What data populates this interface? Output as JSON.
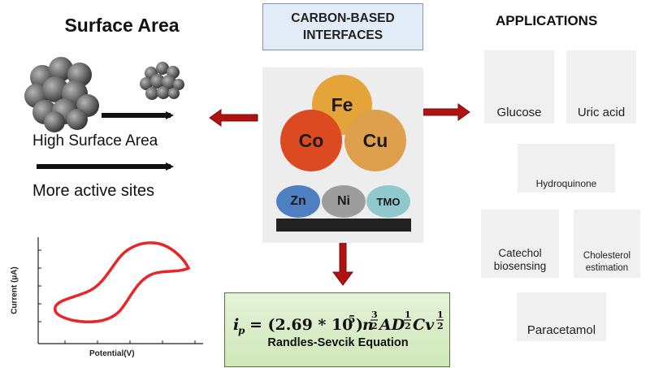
{
  "left": {
    "title": "Surface Area",
    "high_surface_label": "High Surface Area",
    "active_sites_label": "More active sites"
  },
  "center": {
    "title": "CARBON-BASED\nINTERFACES",
    "metals_top": [
      "Fe",
      "Co",
      "Cu"
    ],
    "metals_bottom": [
      "Zn",
      "Ni",
      "TMO"
    ]
  },
  "equation": {
    "caption": "Randles-Sevcik Equation"
  },
  "applications": {
    "title": "APPLICATIONS",
    "items": [
      "Glucose",
      "Uric acid",
      "Hydroquinone",
      "Catechol\nbiosensing",
      "Cholesterol\nestimation",
      "Paracetamol"
    ]
  },
  "cv_plot": {
    "xlabel": "Potential(V)",
    "ylabel": "Current (µA)"
  },
  "colors": {
    "arrow_red": "#b01212",
    "cv_curve": "#e8262a",
    "fe": "#e5a43a",
    "co": "#dc4a22",
    "cu": "#dfa04d",
    "zn": "#4e7fc0",
    "ni": "#9d9d9d",
    "tmo": "#8fc9cd"
  },
  "icons": [
    "glucose-meter-icon",
    "pills-icon",
    "flask-icon",
    "capsule-icon",
    "leaf-icon",
    "test-tube-icon",
    "paracetamol-pill-icon",
    "particle-cluster-icon"
  ]
}
